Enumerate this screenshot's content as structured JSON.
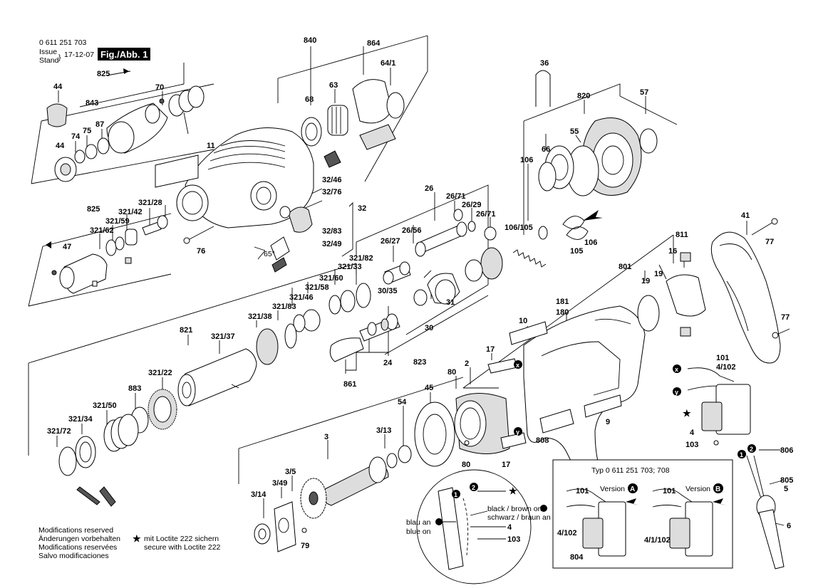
{
  "header": {
    "part_number": "0 611 251 703",
    "issue_label": "Issue",
    "stand_label": "Stand",
    "date": "17-12-07",
    "fig_label": "Fig./Abb. 1"
  },
  "labels": {
    "l840": "840",
    "l864": "864",
    "l64_1": "64/1",
    "l825a": "825",
    "l44a": "44",
    "l843": "843",
    "l70": "70",
    "l68": "68",
    "l63": "63",
    "l87": "87",
    "l75": "75",
    "l74": "74",
    "l44b": "44",
    "l11": "11",
    "l32_46": "32/46",
    "l32_76": "32/76",
    "l32": "32",
    "l32_83": "32/83",
    "l32_49": "32/49",
    "l65deg": "65°",
    "l76": "76",
    "l825b": "825",
    "l321_28": "321/28",
    "l321_42": "321/42",
    "l321_59": "321/59",
    "l321_62": "321/62",
    "l47": "47",
    "l36": "36",
    "l820": "820",
    "l57": "57",
    "l55": "55",
    "l66": "66",
    "l106a": "106",
    "l106_105": "106/105",
    "l105": "105",
    "l106b": "106",
    "l26": "26",
    "l26_71a": "26/71",
    "l26_29": "26/29",
    "l26_71b": "26/71",
    "l26_56": "26/56",
    "l26_27": "26/27",
    "l30_35": "30/35",
    "l31": "31",
    "l30": "30",
    "l41": "41",
    "l77a": "77",
    "l811": "811",
    "l16": "16",
    "l801": "801",
    "l19a": "19",
    "l19b": "19",
    "l181": "181",
    "l180": "180",
    "l10": "10",
    "l77b": "77",
    "l101a": "101",
    "l4_102a": "4/102",
    "l321_82": "321/82",
    "l321_33": "321/33",
    "l321_60": "321/60",
    "l321_58": "321/58",
    "l321_46": "321/46",
    "l321_83": "321/83",
    "l321_38": "321/38",
    "l821": "821",
    "l321_37": "321/37",
    "l321_22": "321/22",
    "l883": "883",
    "l321_50": "321/50",
    "l321_34": "321/34",
    "l321_72": "321/72",
    "l24": "24",
    "l861": "861",
    "l823": "823",
    "l17a": "17",
    "l80a": "80",
    "l2": "2",
    "l45": "45",
    "l54": "54",
    "l3": "3",
    "l3_13": "3/13",
    "l3_5": "3/5",
    "l3_49": "3/49",
    "l3_14": "3/14",
    "l79": "79",
    "l80b": "80",
    "l17b": "17",
    "l808": "808",
    "l9": "9",
    "l4a": "4",
    "l103a": "103",
    "l806": "806",
    "l805": "805",
    "l5": "5",
    "l6": "6",
    "l4b": "4",
    "l103b": "103"
  },
  "markers": {
    "x": "x",
    "y": "y",
    "one": "1",
    "two": "2",
    "A": "A",
    "B": "B"
  },
  "inset_wire": {
    "blue_de": "blau an",
    "blue_en": "blue on",
    "black_en": "black / brown on",
    "black_de": "schwarz / braun an"
  },
  "type_box": {
    "title": "Typ 0 611 251 703; 708",
    "version_a": "Version",
    "version_b": "Version",
    "l101a": "101",
    "l4_102": "4/102",
    "l804": "804",
    "l101b": "101",
    "l4_1_102": "4/1/102"
  },
  "notes": {
    "line1": "Modifications reserved",
    "line2": "Änderungen vorbehalten",
    "line3": "Modifications reservées",
    "line4": "Salvo modificaciones",
    "loctite_de": "mit Loctite 222 sichern",
    "loctite_en": "secure with Loctite 222"
  }
}
